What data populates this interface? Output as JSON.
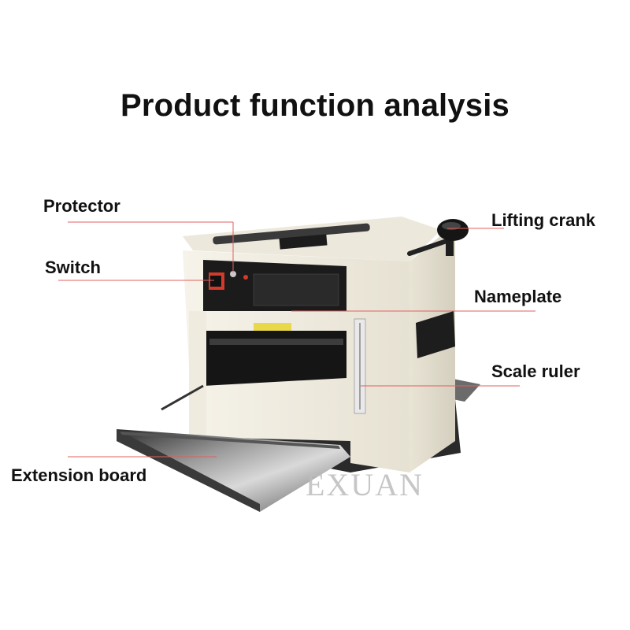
{
  "title": "Product function analysis",
  "labels": {
    "protector": "Protector",
    "switch": "Switch",
    "extension_board": "Extension board",
    "lifting_crank": "Lifting crank",
    "nameplate": "Nameplate",
    "scale_ruler": "Scale ruler"
  },
  "watermark": "EXUAN",
  "colors": {
    "leader_line": "#e06060",
    "machine_body": "#f1eee3",
    "panel": "#1b1b1b"
  }
}
